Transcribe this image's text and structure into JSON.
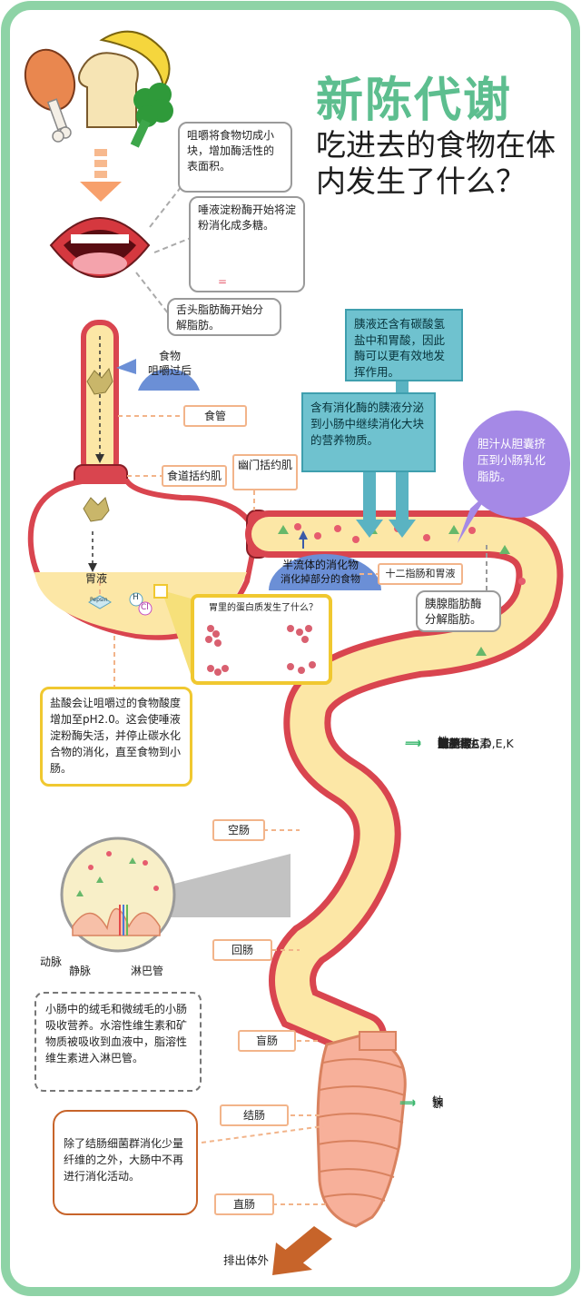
{
  "title": "新陈代谢",
  "subtitle": "吃进去的食物在体内发生了什么？",
  "mouth_notes": {
    "chew": "咀嚼将食物切成小块，增加酶活性的表面积。",
    "saliva": "唾液淀粉酶开始将淀粉消化成多糖。",
    "saliva_eq": "=",
    "tongue": "舌头脂肪酶开始分解脂肪。"
  },
  "food_bubble": {
    "line1": "食物",
    "line2": "咀嚼过后"
  },
  "labels": {
    "esophagus": "食管",
    "les": "食道括约肌",
    "pylorus": "幽门括约肌",
    "gastric_juice": "胃液",
    "duodenum": "十二指肠和胃液",
    "jejunum": "空肠",
    "ileum": "回肠",
    "cecum": "盲肠",
    "colon": "结肠",
    "rectum": "直肠",
    "excrete": "排出体外",
    "artery": "动脉",
    "vein": "静脉",
    "lymph": "淋巴管",
    "pepsin": "Pepsin",
    "h": "H",
    "cl": "Cl"
  },
  "chyme": {
    "line1": "半流体的消化物",
    "line2": "消化掉部分的食物"
  },
  "pancreas_notes": {
    "bicarb": "胰液还含有碳酸氢盐中和胃酸，因此酶可以更有效地发挥作用。",
    "enzymes": "含有消化酶的胰液分泌到小肠中继续消化大块的营养物质。",
    "lipase": "胰腺脂肪酶分解脂肪。"
  },
  "bile_note": "胆汁从胆囊挤压到小肠乳化脂肪。",
  "stomach_question": "胃里的蛋白质发生了什么？",
  "acid_note": "盐酸会让咀嚼过的食物酸度增加至pH2.0。这会使唾液淀粉酶失活，并停止碳水化合物的消化，直至食物到小肠。",
  "villi_note": "小肠中的绒毛和微绒毛的小肠吸收营养。水溶性维生素和矿物质被吸收到血液中，脂溶性维生素进入淋巴管。",
  "colon_note": "除了结肠细菌群消化少量纤维的之外，大肠中不再进行消化活动。",
  "nutrients_small": [
    "铁",
    "钙",
    "镁",
    "锌",
    "葡萄糖",
    "维生素C",
    "B族维生素",
    "氨基酸",
    "维生素A,D,E,K",
    "脂肪",
    "胆固醇"
  ],
  "nutrients_large": [
    "钠",
    "钾",
    "水"
  ],
  "colors": {
    "frame": "#7fcf9a",
    "title": "#5dbe8f",
    "tract": "#d9454f",
    "tract_fill": "#fce7a6",
    "teal": "#6fc2cf",
    "purple": "#a589e6",
    "arrow": "#3fb870"
  }
}
